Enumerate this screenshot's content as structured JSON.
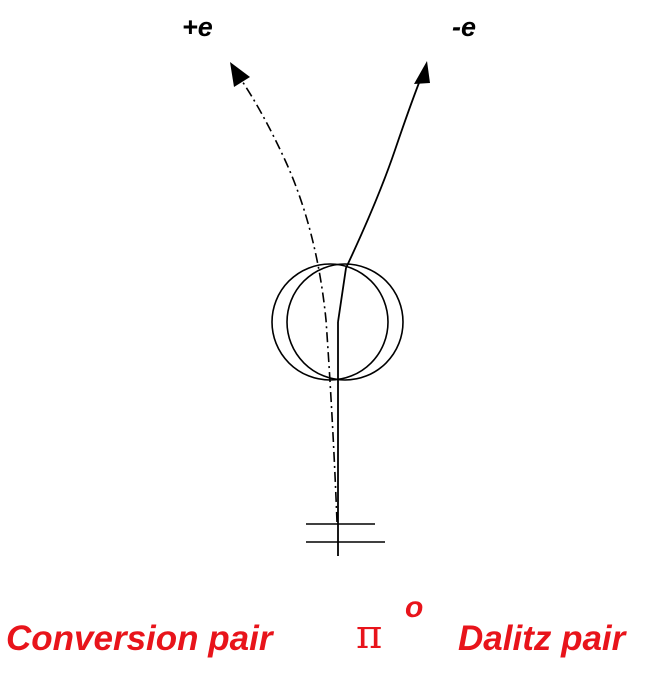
{
  "labels": {
    "positron": "+e",
    "electron": "-e",
    "conversion_pair": "Conversion pair",
    "pi_symbol": "π",
    "pi_superscript": "o",
    "dalitz_pair": "Dalitz pair"
  },
  "colors": {
    "line": "#000000",
    "caption": "#e8141b"
  }
}
